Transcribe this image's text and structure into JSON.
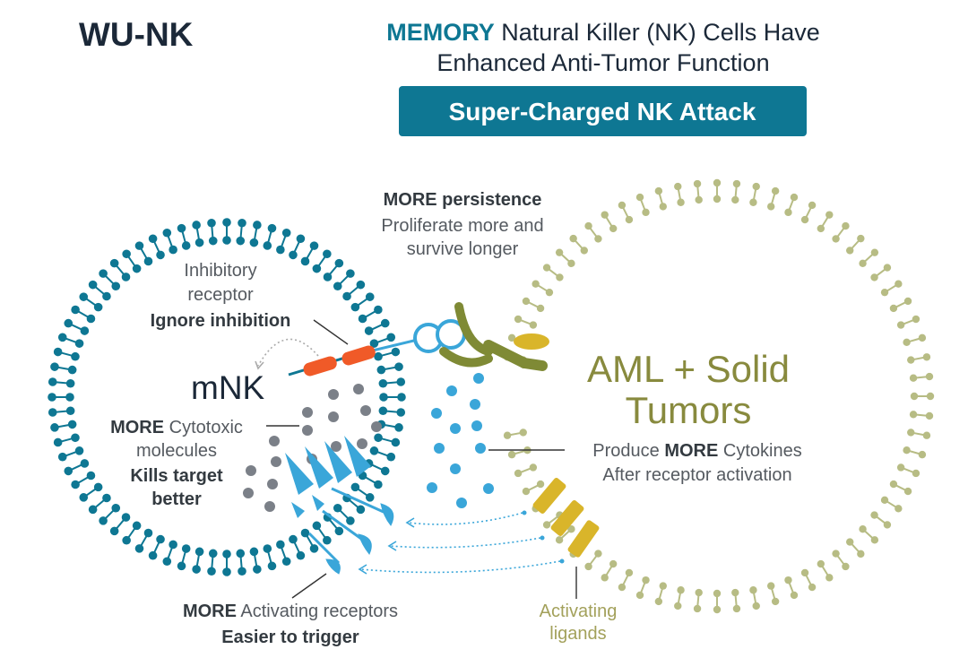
{
  "brand": {
    "name": "WU-NK"
  },
  "header": {
    "title_emphasis": "MEMORY",
    "title_rest_line1": " Natural Killer (NK) Cells Have",
    "title_line2": "Enhanced Anti-Tumor Function",
    "banner": "Super-Charged NK Attack"
  },
  "colors": {
    "dark_text": "#1b2838",
    "teal": "#0e7793",
    "banner_bg": "#0e7793",
    "nk_membrane": "#0e7793",
    "tumor_membrane": "#b7bc84",
    "olive_text": "#888a3e",
    "inhibitory_receptor": "#f05a28",
    "ligand_yellow": "#d9b52a",
    "receptor_olive": "#7f8a35",
    "dot_gray": "#7b8088",
    "dot_blue": "#3aa6d9",
    "receptor_blue": "#3aa6d9",
    "gray_text": "#555a60"
  },
  "diagram": {
    "persistence": {
      "bold": "MORE persistence",
      "line1": "Proliferate more and",
      "line2": "survive longer"
    },
    "inhibitory": {
      "line1": "Inhibitory",
      "line2": "receptor",
      "bold": "Ignore inhibition"
    },
    "nk_label": "mNK",
    "tumor_label": {
      "line1": "AML + Solid",
      "line2": "Tumors"
    },
    "cytotoxic": {
      "bold": "MORE",
      "rest": " Cytotoxic",
      "line2": "molecules"
    },
    "kills": {
      "line1": "Kills target",
      "line2": "better"
    },
    "cytokines": {
      "prefix": "Produce ",
      "bold": "MORE",
      "rest": " Cytokines",
      "line2": "After receptor activation"
    },
    "activating_receptors": {
      "bold": "MORE",
      "rest": " Activating receptors",
      "line2": "Easier to trigger"
    },
    "activating_ligands": {
      "line1": "Activating",
      "line2": "ligands"
    },
    "icons": [
      "inhibitory-receptor-icon",
      "activating-receptor-icon",
      "activating-ligand-icon",
      "granule-icon",
      "cytokine-icon"
    ]
  }
}
